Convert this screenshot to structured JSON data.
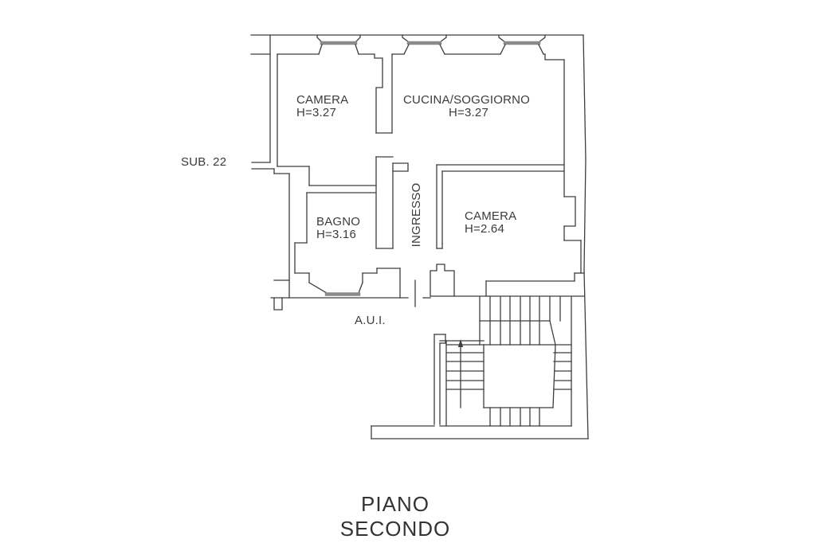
{
  "title": "PIANO SECONDO",
  "rooms": {
    "camera1": {
      "name": "CAMERA",
      "height": "H=3.27"
    },
    "cucina": {
      "name": "CUCINA/SOGGIORNO",
      "height": "H=3.27"
    },
    "bagno": {
      "name": "BAGNO",
      "height": "H=3.16"
    },
    "ingresso": {
      "name": "INGRESSO"
    },
    "camera2": {
      "name": "CAMERA",
      "height": "H=2.64"
    }
  },
  "annotations": {
    "sub": "SUB. 22",
    "aui": "A.U.I."
  },
  "colors": {
    "wall_line": "#3d3d3d",
    "window_sill": "#8a8a8a",
    "text": "#3b3b3b",
    "background": "#ffffff"
  }
}
